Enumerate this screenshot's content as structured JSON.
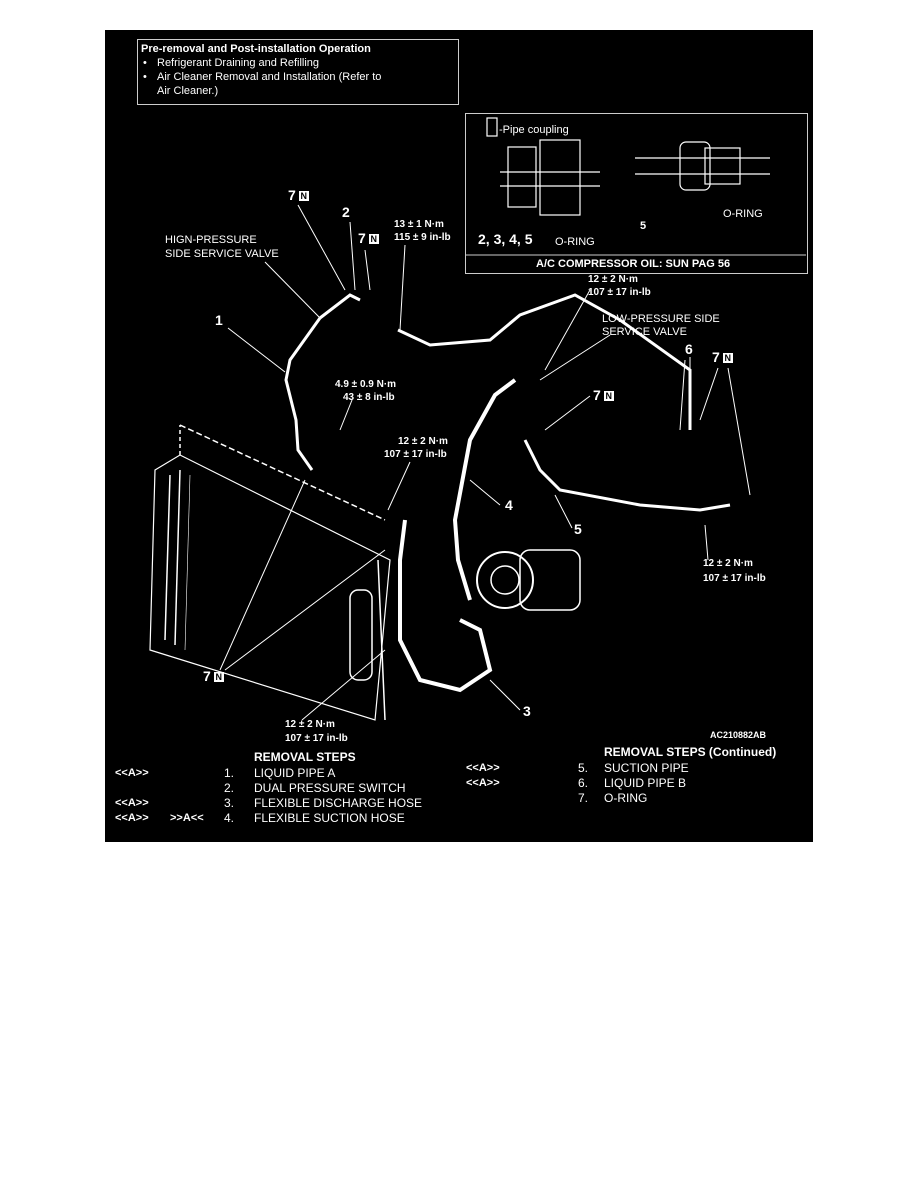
{
  "info_box": {
    "title": "Pre-removal and Post-installation Operation",
    "items": [
      "Refrigerant Draining and Refilling",
      "Air Cleaner Removal and Installation (Refer to",
      "Air Cleaner.)"
    ]
  },
  "inset": {
    "pipe_coupling": "-Pipe coupling",
    "parts_left": "2, 3, 4,  5",
    "oring_left": "O-RING",
    "part_right": "5",
    "oring_right": "O-RING",
    "footer": "A/C COMPRESSOR OIL: SUN PAG 56"
  },
  "callouts": {
    "n_mark": "N",
    "seven": "7",
    "one": "1",
    "two": "2",
    "three": "3",
    "four": "4",
    "five": "5",
    "six": "6",
    "high_pressure_1": "HIGN-PRESSURE",
    "high_pressure_2": "SIDE SERVICE VALVE",
    "low_pressure_1": "LOW-PRESSURE SIDE",
    "low_pressure_2": "SERVICE VALVE",
    "torque_13_nm": "13 ± 1 N·m",
    "torque_13_inlb": "115 ± 9 in-lb",
    "torque_12_nm": "12 ± 2 N·m",
    "torque_12_inlb": "107 ± 17 in-lb",
    "torque_49_nm": "4.9 ± 0.9 N·m",
    "torque_49_inlb": "43 ± 8 in-lb",
    "figure_id": "AC210882AB"
  },
  "removal_steps": {
    "heading": "REMOVAL STEPS",
    "heading_cont": "REMOVAL STEPS (Continued)",
    "steps": [
      {
        "ref": "<<A>>",
        "ref2": "",
        "num": "1.",
        "label": "LIQUID PIPE A"
      },
      {
        "ref": "",
        "ref2": "",
        "num": "2.",
        "label": "DUAL PRESSURE SWITCH"
      },
      {
        "ref": "<<A>>",
        "ref2": "",
        "num": "3.",
        "label": "FLEXIBLE DISCHARGE HOSE"
      },
      {
        "ref": "<<A>>",
        "ref2": ">>A<<",
        "num": "4.",
        "label": "FLEXIBLE SUCTION HOSE"
      },
      {
        "ref": "<<A>>",
        "ref2": "",
        "num": "5.",
        "label": "SUCTION PIPE"
      },
      {
        "ref": "<<A>>",
        "ref2": "",
        "num": "6.",
        "label": "LIQUID PIPE B"
      },
      {
        "ref": "",
        "ref2": "",
        "num": "7.",
        "label": "O-RING"
      }
    ]
  }
}
